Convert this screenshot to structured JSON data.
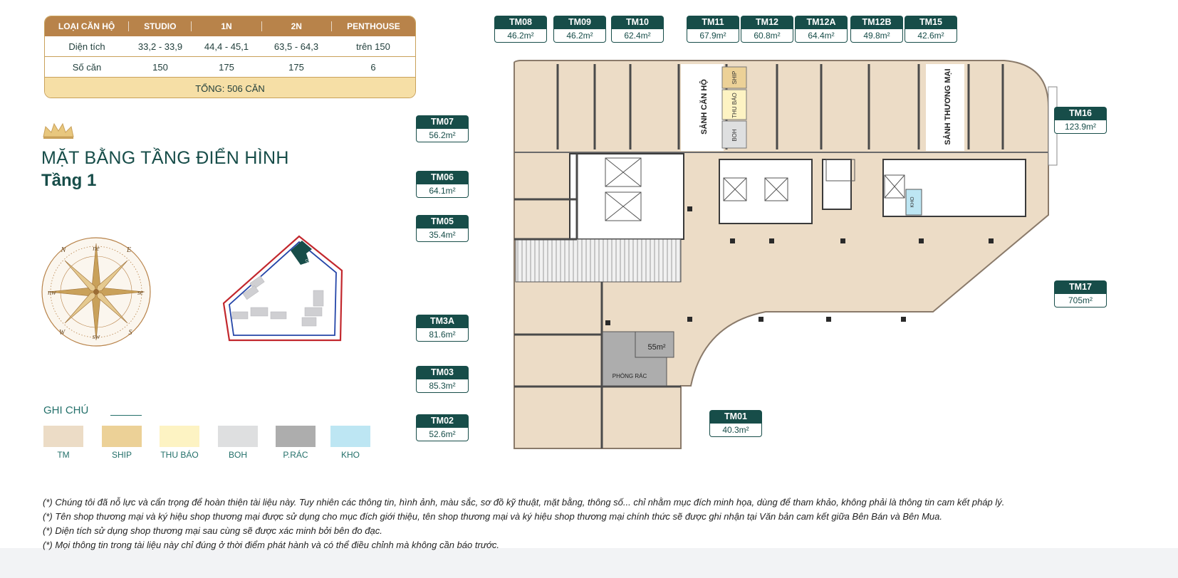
{
  "summary_table": {
    "headers": [
      "LOẠI CĂN HỘ",
      "STUDIO",
      "1N",
      "2N",
      "PENTHOUSE"
    ],
    "rows": [
      [
        "Diện tích",
        "33,2 - 33,9",
        "44,4 - 45,1",
        "63,5 - 64,3",
        "trên 150"
      ],
      [
        "Số căn",
        "150",
        "175",
        "175",
        "6"
      ]
    ],
    "total": "TỔNG: 506 CĂN"
  },
  "heading": {
    "title": "MẶT BẰNG TẦNG ĐIỂN HÌNH",
    "subtitle": "Tầng 1"
  },
  "legend": {
    "title": "GHI CHÚ",
    "items": [
      {
        "label": "TM",
        "color": "#ecdcc6"
      },
      {
        "label": "SHIP",
        "color": "#ecd197"
      },
      {
        "label": "THU BÁO",
        "color": "#fdf3c3"
      },
      {
        "label": "BOH",
        "color": "#dedfe0"
      },
      {
        "label": "P.RÁC",
        "color": "#adadad"
      },
      {
        "label": "KHO",
        "color": "#bde6f3"
      }
    ]
  },
  "compass": {
    "directions": [
      "N",
      "ne",
      "E",
      "se",
      "S",
      "sw",
      "W",
      "nw"
    ]
  },
  "site_map": {
    "building_label": "CÔNG Q"
  },
  "units": [
    {
      "code": "TM08",
      "area": "46.2m²"
    },
    {
      "code": "TM09",
      "area": "46.2m²"
    },
    {
      "code": "TM10",
      "area": "62.4m²"
    },
    {
      "code": "TM11",
      "area": "67.9m²"
    },
    {
      "code": "TM12",
      "area": "60.8m²"
    },
    {
      "code": "TM12A",
      "area": "64.4m²"
    },
    {
      "code": "TM12B",
      "area": "49.8m²"
    },
    {
      "code": "TM15",
      "area": "42.6m²"
    },
    {
      "code": "TM07",
      "area": "56.2m²"
    },
    {
      "code": "TM16",
      "area": "123.9m²"
    },
    {
      "code": "TM06",
      "area": "64.1m²"
    },
    {
      "code": "TM05",
      "area": "35.4m²"
    },
    {
      "code": "TM17",
      "area": "705m²"
    },
    {
      "code": "TM3A",
      "area": "81.6m²"
    },
    {
      "code": "TM03",
      "area": "85.3m²"
    },
    {
      "code": "TM02",
      "area": "52.6m²"
    },
    {
      "code": "TM01",
      "area": "40.3m²"
    }
  ],
  "plan_labels": {
    "sanh_can_ho": "SẢNH CĂN HỘ",
    "sanh_thuong_mai": "SẢNH THƯƠNG MẠI",
    "ship": "SHIP",
    "thu_bao": "THU BÁO",
    "boh": "BOH",
    "kho": "KHO",
    "trash_area": "55m²",
    "trash_room": "PHÒNG   RÁC"
  },
  "notes": [
    "(*) Chúng tôi đã nỗ lực và cẩn trọng để hoàn thiện tài liệu này. Tuy nhiên các thông tin, hình ảnh, màu sắc, sơ đồ kỹ thuật, mặt bằng, thông số... chỉ nhằm mục đích minh họa, dùng để tham khảo, không phải là thông tin cam kết pháp lý.",
    "(*) Tên shop thương mại và ký hiệu shop thương mại được sử dụng cho mục đích giới thiệu, tên shop thương mại và ký hiệu shop thương mại chính thức sẽ được ghi nhận tại Văn bản cam kết giữa Bên Bán và Bên Mua.",
    "(*) Diện tích sử dụng shop thương mại sau cùng sẽ được xác minh bởi bên đo đạc.",
    "(*) Mọi thông tin trong tài liệu này chỉ đúng ở thời điểm phát hành và có thể điều chỉnh mà không cần báo trước."
  ]
}
